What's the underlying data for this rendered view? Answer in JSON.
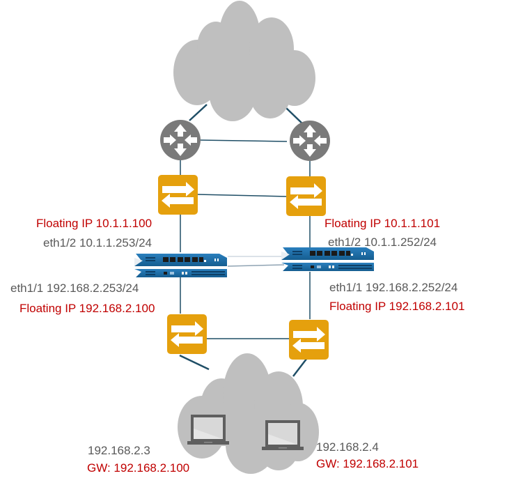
{
  "colors": {
    "cloud": "#bfbfbf",
    "router": "#7a7a7a",
    "switch": "#e5a00d",
    "link": "#1f4e66",
    "floating_ip_text": "#c00000",
    "interface_text": "#595959",
    "firewall": "#1e6ea6"
  },
  "nodes": {
    "internet_cloud": {
      "icon": "cloud-icon"
    },
    "router_left": {
      "icon": "router-icon"
    },
    "router_right": {
      "icon": "router-icon"
    },
    "switch_top_left": {
      "icon": "switch-icon"
    },
    "switch_top_right": {
      "icon": "switch-icon"
    },
    "firewall_left": {
      "icon": "firewall-icon"
    },
    "firewall_right": {
      "icon": "firewall-icon"
    },
    "switch_bottom_left": {
      "icon": "switch-icon"
    },
    "switch_bottom_right": {
      "icon": "switch-icon"
    },
    "lan_cloud": {
      "icon": "cloud-icon"
    },
    "laptop_left": {
      "icon": "laptop-icon"
    },
    "laptop_right": {
      "icon": "laptop-icon"
    }
  },
  "labels": {
    "left_floating_top": "Floating IP 10.1.1.100",
    "left_eth12": "eth1/2 10.1.1.253/24",
    "left_eth11": "eth1/1 192.168.2.253/24",
    "left_floating_bottom": "Floating IP 192.168.2.100",
    "right_floating_top": "Floating IP 10.1.1.101",
    "right_eth12": "eth1/2 10.1.1.252/24",
    "right_eth11": "eth1/1 192.168.2.252/24",
    "right_floating_bottom": "Floating IP 192.168.2.101",
    "host_left_ip": "192.168.2.3",
    "host_left_gw": "GW: 192.168.2.100",
    "host_right_ip": "192.168.2.4",
    "host_right_gw": "GW: 192.168.2.101"
  }
}
